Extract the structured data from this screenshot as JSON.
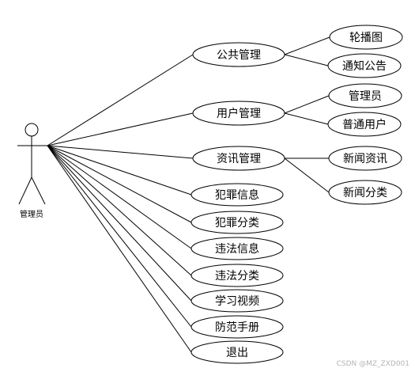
{
  "actor": {
    "label": "管理员"
  },
  "use_cases": [
    {
      "id": "public",
      "label": "公共管理",
      "children": [
        "banner",
        "notice"
      ]
    },
    {
      "id": "users",
      "label": "用户管理",
      "children": [
        "admin",
        "normal"
      ]
    },
    {
      "id": "news",
      "label": "资讯管理",
      "children": [
        "newsinfo",
        "newscat"
      ]
    },
    {
      "id": "crime",
      "label": "犯罪信息"
    },
    {
      "id": "crimecat",
      "label": "犯罪分类"
    },
    {
      "id": "illegal",
      "label": "违法信息"
    },
    {
      "id": "illcat",
      "label": "违法分类"
    },
    {
      "id": "video",
      "label": "学习视频"
    },
    {
      "id": "manual",
      "label": "防范手册"
    },
    {
      "id": "logout",
      "label": "退出"
    }
  ],
  "sub_cases": [
    {
      "id": "banner",
      "label": "轮播图"
    },
    {
      "id": "notice",
      "label": "通知公告"
    },
    {
      "id": "admin",
      "label": "管理员"
    },
    {
      "id": "normal",
      "label": "普通用户"
    },
    {
      "id": "newsinfo",
      "label": "新闻资讯"
    },
    {
      "id": "newscat",
      "label": "新闻分类"
    }
  ],
  "watermark": "CSDN @MZ_ZXD001"
}
